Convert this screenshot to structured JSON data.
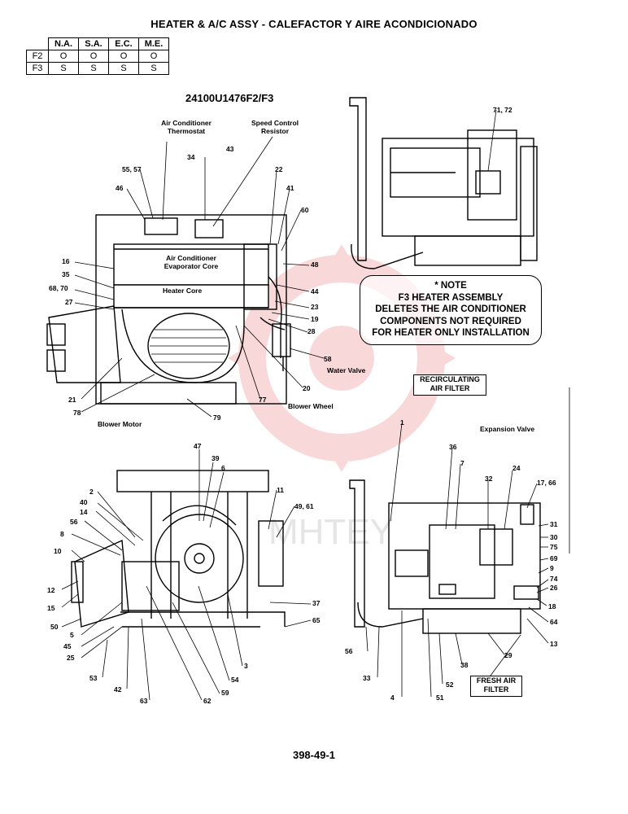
{
  "title": "HEATER & A/C ASSY - CALEFACTOR Y AIRE ACONDICIONADO",
  "availability": {
    "columns": [
      "N.A.",
      "S.A.",
      "E.C.",
      "M.E."
    ],
    "rows": [
      {
        "model": "F2",
        "values": [
          "O",
          "O",
          "O",
          "O"
        ]
      },
      {
        "model": "F3",
        "values": [
          "S",
          "S",
          "S",
          "S"
        ]
      }
    ]
  },
  "assembly_number": "24100U1476F2/F3",
  "note_lines": [
    "* NOTE",
    "F3 HEATER ASSEMBLY",
    "DELETES THE AIR CONDITIONER",
    "COMPONENTS NOT REQUIRED",
    "FOR HEATER ONLY INSTALLATION"
  ],
  "page_number": "398-49-1",
  "boxes": {
    "recirc": [
      "RECIRCULATING",
      "AIR FILTER"
    ],
    "fresh": [
      "FRESH AIR",
      "FILTER"
    ]
  },
  "named": {
    "ac_thermostat": [
      "Air Conditioner",
      "Thermostat"
    ],
    "speed_resistor": [
      "Speed Control",
      "Resistor"
    ],
    "evap_core": [
      "Air Conditioner",
      "Evaporator Core"
    ],
    "heater_core": "Heater Core",
    "water_valve": "Water Valve",
    "blower_wheel": "Blower Wheel",
    "blower_motor": "Blower Motor",
    "expansion_valve": "Expansion Valve"
  },
  "callouts_top_left": [
    "55, 57",
    "34",
    "43",
    "22",
    "46",
    "41",
    "60",
    "16",
    "35",
    "68, 70",
    "27",
    "48",
    "44",
    "23",
    "19",
    "28",
    "58",
    "20",
    "77",
    "21",
    "78",
    "79"
  ],
  "callouts_top_right": [
    "71, 72"
  ],
  "callouts_bottom_left": [
    "47",
    "39",
    "6",
    "2",
    "40",
    "14",
    "56",
    "8",
    "10",
    "12",
    "15",
    "50",
    "5",
    "45",
    "25",
    "53",
    "42",
    "63",
    "62",
    "59",
    "54",
    "3",
    "11",
    "49, 61",
    "37",
    "65"
  ],
  "callouts_bottom_right": [
    "1",
    "36",
    "7",
    "32",
    "24",
    "17, 66",
    "31",
    "30",
    "75",
    "69",
    "9",
    "74",
    "26",
    "18",
    "64",
    "13",
    "29",
    "56",
    "38",
    "33",
    "52",
    "4",
    "51"
  ],
  "watermark": "MHTEY"
}
